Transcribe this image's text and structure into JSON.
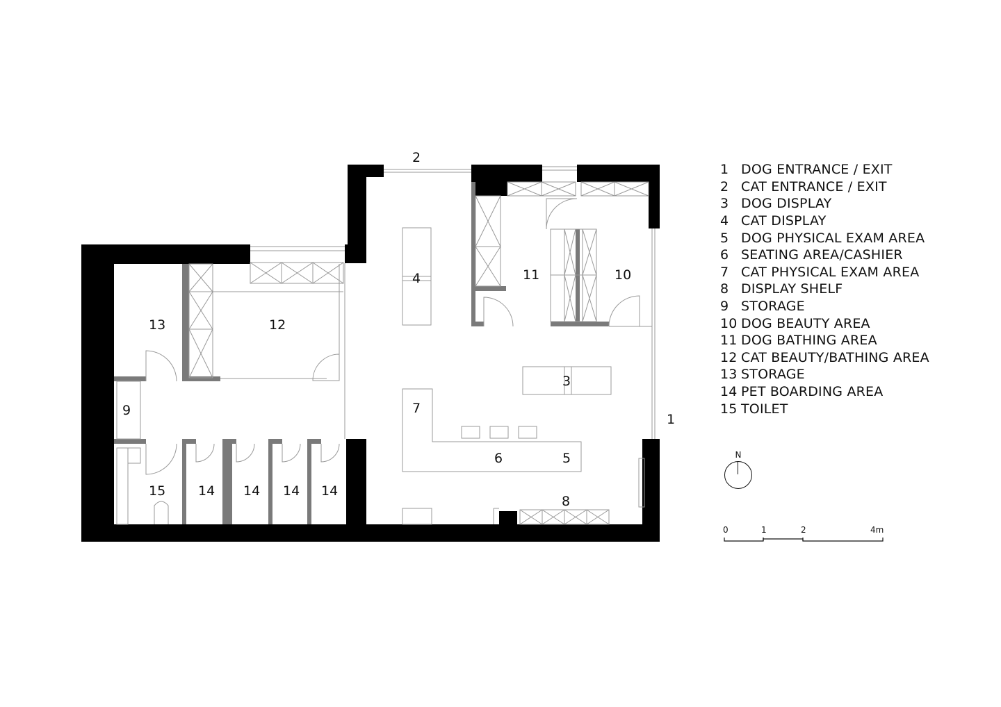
{
  "room_labels": {
    "r1": "1",
    "r2": "2",
    "r3": "3",
    "r4": "4",
    "r5": "5",
    "r6": "6",
    "r7": "7",
    "r8": "8",
    "r9": "9",
    "r10": "10",
    "r11": "11",
    "r12": "12",
    "r13": "13",
    "r14a": "14",
    "r14b": "14",
    "r14c": "14",
    "r14d": "14",
    "r15": "15"
  },
  "legend": [
    {
      "num": "1",
      "label": "DOG ENTRANCE / EXIT"
    },
    {
      "num": "2",
      "label": "CAT ENTRANCE / EXIT"
    },
    {
      "num": "3",
      "label": "DOG DISPLAY"
    },
    {
      "num": "4",
      "label": "CAT DISPLAY"
    },
    {
      "num": "5",
      "label": "DOG PHYSICAL EXAM AREA"
    },
    {
      "num": "6",
      "label": "SEATING AREA/CASHIER"
    },
    {
      "num": "7",
      "label": "CAT PHYSICAL EXAM AREA"
    },
    {
      "num": "8",
      "label": "DISPLAY SHELF"
    },
    {
      "num": "9",
      "label": "STORAGE"
    },
    {
      "num": "10",
      "label": "DOG BEAUTY AREA"
    },
    {
      "num": "11",
      "label": "DOG BATHING AREA"
    },
    {
      "num": "12",
      "label": "CAT BEAUTY/BATHING AREA"
    },
    {
      "num": "13",
      "label": "STORAGE"
    },
    {
      "num": "14",
      "label": "PET BOARDING AREA"
    },
    {
      "num": "15",
      "label": "TOILET"
    }
  ],
  "north_arrow": {
    "label": "N",
    "icon": "north-arrow-icon"
  },
  "scale_bar": {
    "ticks": [
      "0",
      "1",
      "2",
      "4m"
    ]
  }
}
